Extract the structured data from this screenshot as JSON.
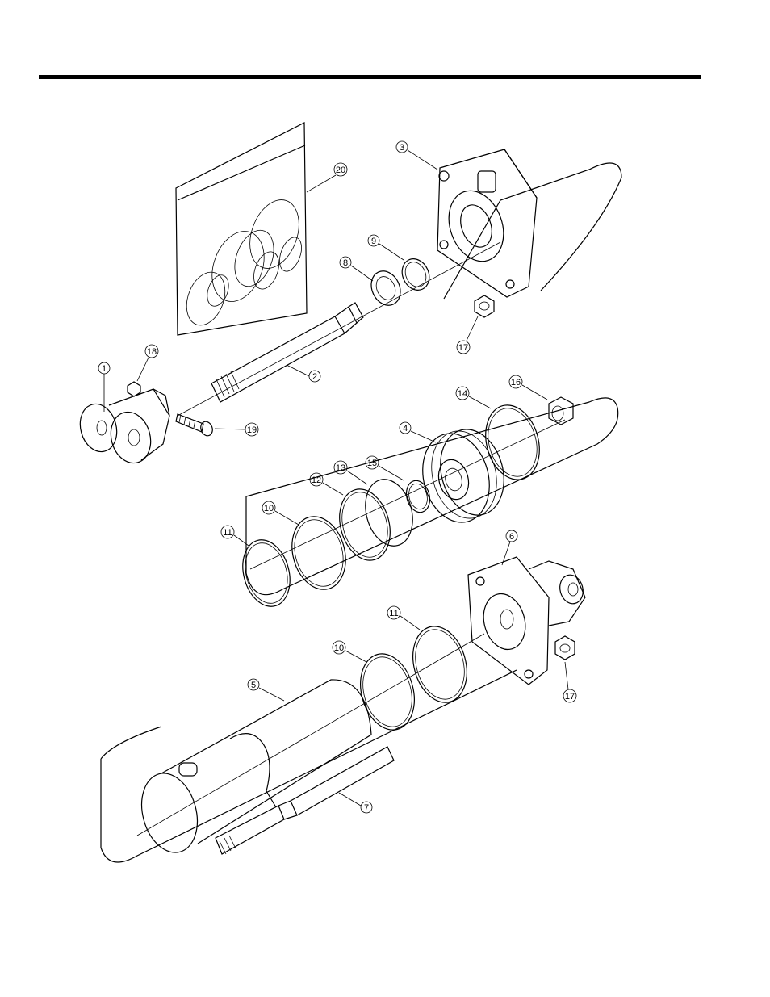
{
  "header": {
    "link_1": "",
    "link_2": ""
  },
  "diagram": {
    "callouts": [
      "1",
      "2",
      "3",
      "4",
      "5",
      "6",
      "7",
      "8",
      "9",
      "10",
      "10",
      "11",
      "11",
      "12",
      "13",
      "14",
      "15",
      "16",
      "17",
      "17",
      "18",
      "19",
      "20"
    ]
  }
}
